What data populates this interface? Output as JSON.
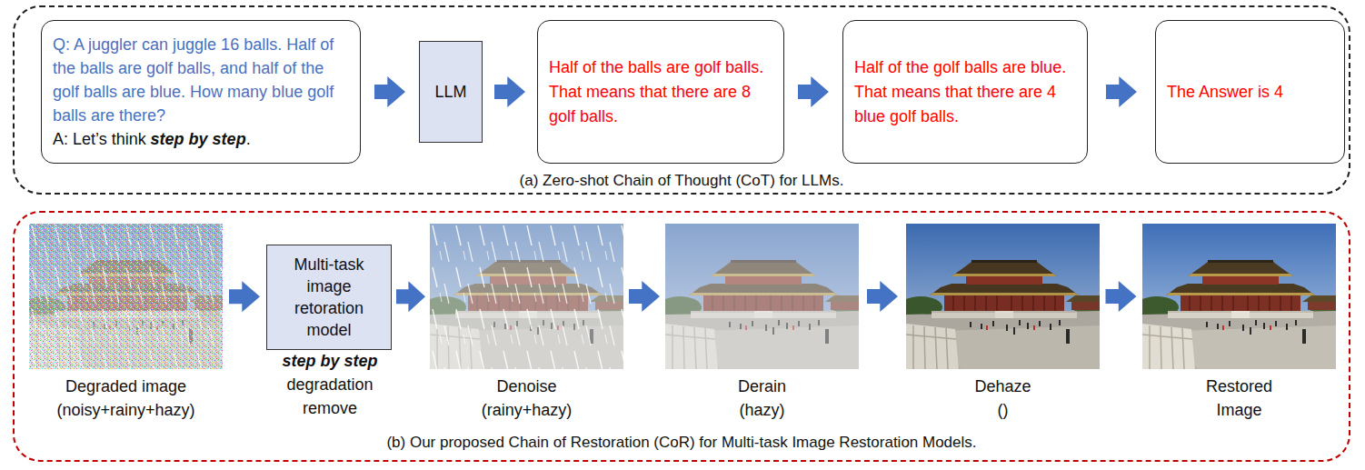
{
  "diagram": {
    "nodes": [
      {
        "text": [
          "(a) Zero-shot Chain of Thought (CoT) for LLMs."
        ]
      },
      {
        "text": [
          "Q: A juggler can juggle 16 balls. Half of the balls are golf balls, and half of the golf balls are blue. How many blue golf balls are there?",
          "A: Let’s think",
          "step by step",
          "."
        ],
        "in": 0
      },
      {
        "text": [
          "LLM"
        ],
        "in": 0
      },
      {
        "text": [
          "Half of the balls are golf balls. That means that there are 8 golf balls."
        ],
        "in": 0
      },
      {
        "text": [
          "Half of the golf balls are blue. That means that there are 4 blue golf balls."
        ],
        "in": 0
      },
      {
        "text": [
          "The Answer is 4"
        ],
        "in": 0
      },
      {
        "text": [
          "(b) Our proposed Chain of Restoration (CoR) for Multi-task Image Restoration Models."
        ]
      },
      {
        "text": [
          "Degraded image (noisy+rainy+hazy)"
        ],
        "in": 6
      },
      {
        "text": [
          "Multi-task image retoration model",
          "step by step",
          "degradation remove"
        ],
        "in": 6
      },
      {
        "text": [
          "Denoise (rainy+hazy)"
        ],
        "in": 6
      },
      {
        "text": [
          "Derain (hazy)"
        ],
        "in": 6
      },
      {
        "text": [
          "Dehaze ()"
        ],
        "in": 6
      },
      {
        "text": [
          "Restored Image"
        ],
        "in": 6
      }
    ],
    "edges": [
      {
        "from": 1,
        "to": 2,
        "arrow": "to"
      },
      {
        "from": 2,
        "to": 3,
        "arrow": "to"
      },
      {
        "from": 3,
        "to": 4,
        "arrow": "to"
      },
      {
        "from": 4,
        "to": 5,
        "arrow": "to"
      },
      {
        "from": 7,
        "to": 8,
        "arrow": "to"
      },
      {
        "from": 8,
        "to": 9,
        "arrow": "to"
      },
      {
        "from": 9,
        "to": 10,
        "arrow": "to"
      },
      {
        "from": 10,
        "to": 11,
        "arrow": "to"
      },
      {
        "from": 11,
        "to": 12,
        "arrow": "to"
      }
    ]
  }
}
